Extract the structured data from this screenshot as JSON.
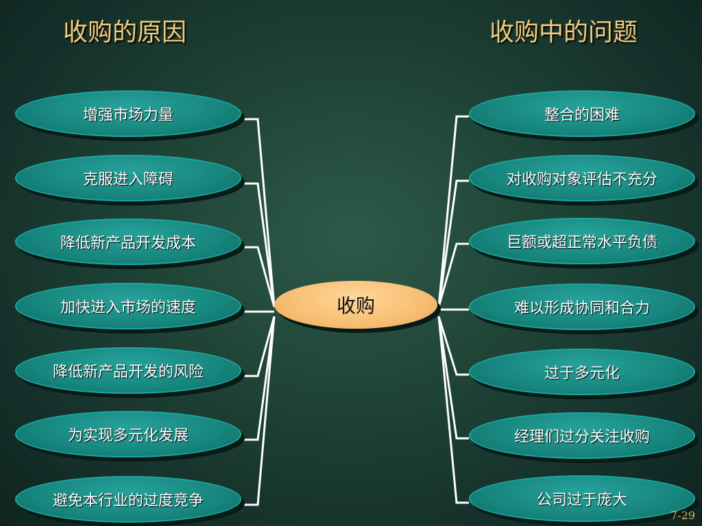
{
  "left_heading": "收购的原因",
  "right_heading": "收购中的问题",
  "center": "收购",
  "reasons": [
    "增强市场力量",
    "克服进入障碍",
    "降低新产品开发成本",
    "加快进入市场的速度",
    "降低新产品开发的风险",
    "为实现多元化发展",
    "避免本行业的过度竞争"
  ],
  "problems": [
    "整合的困难",
    "对收购对象评估不充分",
    "巨额或超正常水平负债",
    "难以形成协同和合力",
    "过于多元化",
    "经理们过分关注收购",
    "公司过于庞大"
  ],
  "page_number": "7-29",
  "colors": {
    "heading": "#f2cc7a",
    "oval": "#16857d",
    "center_oval": "#f7be72",
    "connector": "#ffffff"
  }
}
